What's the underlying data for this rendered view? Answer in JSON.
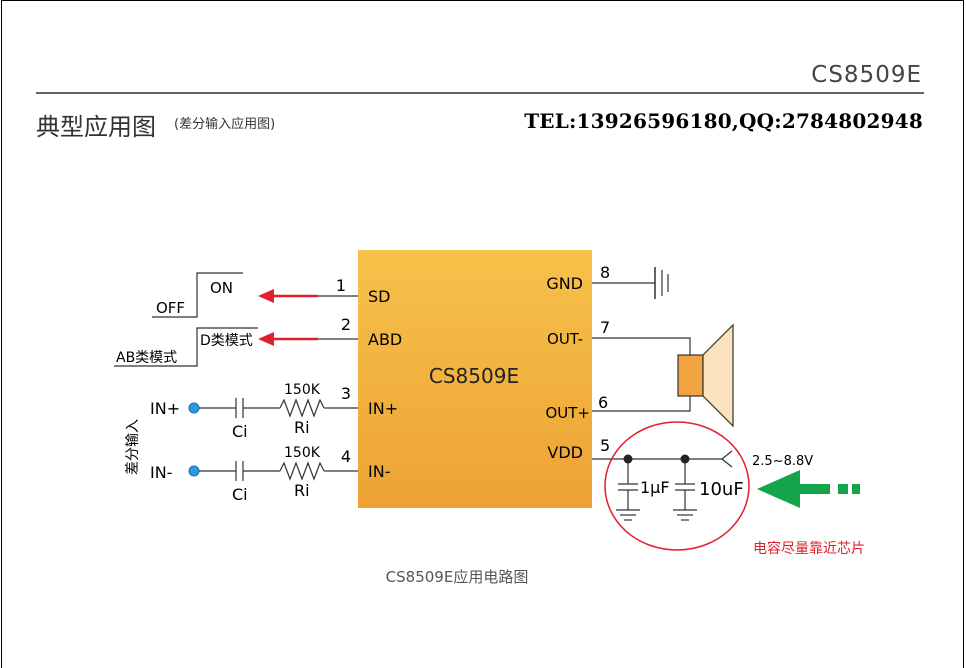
{
  "header": {
    "model": "CS8509E",
    "title": "典型应用图",
    "subtitle": "(差分输入应用图)",
    "contact": "TEL:13926596180,QQ:2784802948"
  },
  "chip": {
    "name": "CS8509E",
    "color_top": "#f6c24a",
    "color_bottom": "#eda235",
    "pins": [
      {
        "num": "1",
        "label": "SD"
      },
      {
        "num": "2",
        "label": "ABD"
      },
      {
        "num": "3",
        "label": "IN+"
      },
      {
        "num": "4",
        "label": "IN-"
      },
      {
        "num": "8",
        "label": "GND"
      },
      {
        "num": "7",
        "label": "OUT-"
      },
      {
        "num": "6",
        "label": "OUT+"
      },
      {
        "num": "5",
        "label": "VDD"
      }
    ]
  },
  "left_side": {
    "sd_on": "ON",
    "sd_off": "OFF",
    "abd_d": "D类模式",
    "abd_ab": "AB类模式",
    "input_group": "差分输入",
    "in_plus": "IN+",
    "in_minus": "IN-",
    "cap": "Ci",
    "res": "Ri",
    "res_value": "150K"
  },
  "right_side": {
    "cap1": "1μF",
    "cap2": "10uF",
    "supply": "2.5~8.8V",
    "note": "电容尽量靠近芯片"
  },
  "caption": "CS8509E应用电路图",
  "colors": {
    "arrow_red": "#e0202a",
    "arrow_green": "#13a54a",
    "input_dot": "#2a9be0",
    "circle": "#e0202a",
    "speaker": "#f0a540",
    "note_text": "#e0202a"
  }
}
